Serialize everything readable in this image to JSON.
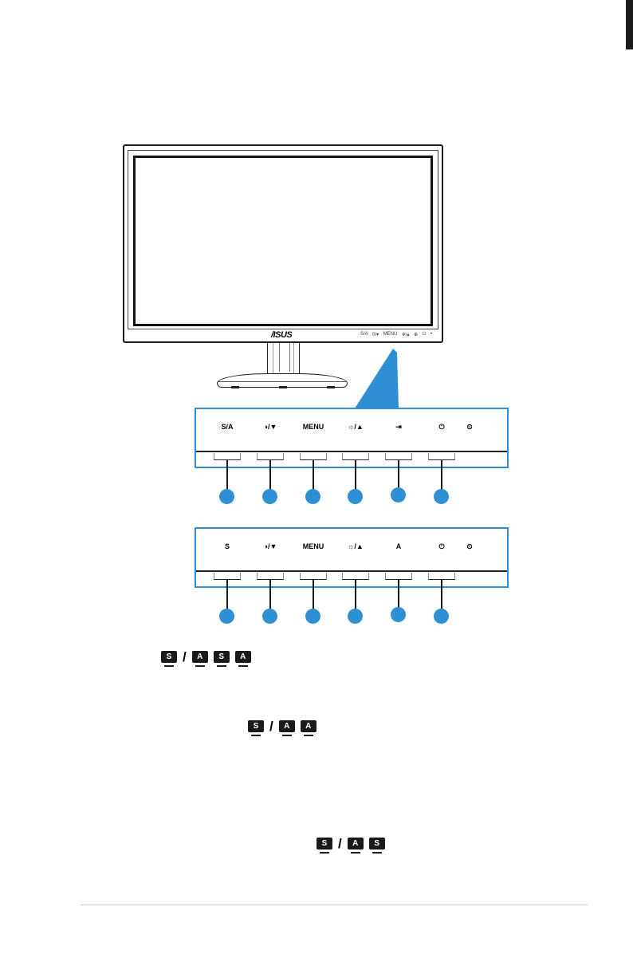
{
  "brand": "/ISUS",
  "bezel_buttons": [
    "S/A",
    "0/▾",
    "MENU",
    "✲/▴",
    "⊕",
    "⏻",
    "•"
  ],
  "panel_a": {
    "buttons": [
      "S/A",
      "◑/▼",
      "MENU",
      "☼/▲",
      "⇥",
      "⏻",
      "⏲"
    ]
  },
  "panel_b": {
    "buttons": [
      "S",
      "◑/▼",
      "MENU",
      "☼/▲",
      "A",
      "⏻",
      "⏲"
    ]
  },
  "legend": {
    "row1": [
      "S",
      "A",
      "S",
      "A"
    ],
    "row2": [
      "S",
      "A",
      "A"
    ],
    "row3": [
      "S",
      "A",
      "S"
    ],
    "slash": "/"
  },
  "colors": {
    "accent": "#2f8fd5",
    "rule": "#c8c8c8"
  }
}
